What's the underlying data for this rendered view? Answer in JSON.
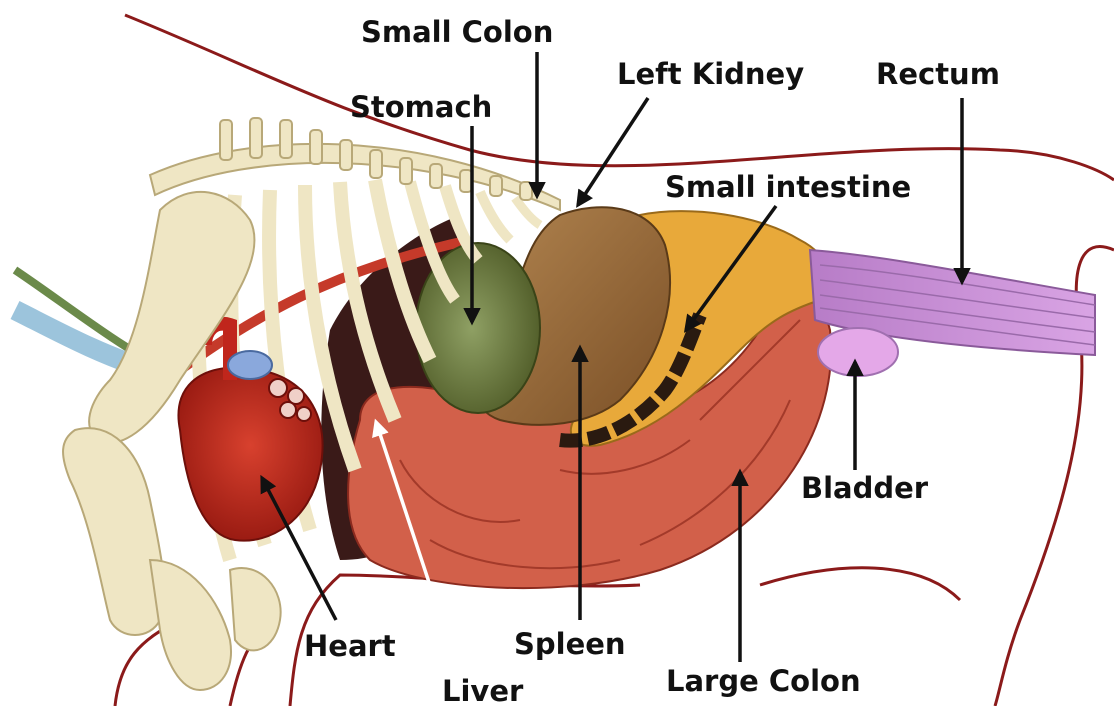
{
  "labels": {
    "small_colon": "Small Colon",
    "left_kidney": "Left Kidney",
    "rectum": "Rectum",
    "stomach": "Stomach",
    "small_intestine": "Small intestine",
    "bladder": "Bladder",
    "heart": "Heart",
    "liver": "Liver",
    "spleen": "Spleen",
    "large_colon": "Large Colon"
  },
  "colors": {
    "outline": "#8b1a1a",
    "bone": "#efe6c4",
    "bone_stroke": "#b8a878",
    "heart": "#c0261c",
    "stomach": "#6b7a3a",
    "spleen": "#9a6a3a",
    "intestine": "#d2604a",
    "small_intestine": "#e8a93a",
    "rectum": "#c98fd6",
    "bladder": "#e4a8e8",
    "liver": "#3a1a18",
    "arrow_dark": "#111111",
    "arrow_light": "#ffffff"
  }
}
